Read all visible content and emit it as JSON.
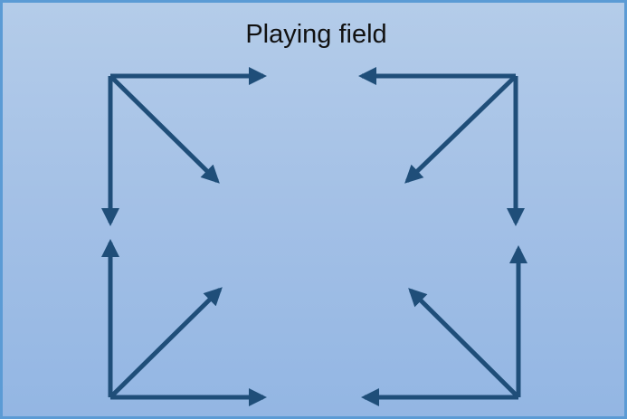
{
  "diagram": {
    "title": "Playing field",
    "arrow_color": "#1f4e79",
    "field_border_color": "#5b9bd5",
    "arrow_groups": [
      {
        "name": "top-left-corner",
        "arrows": [
          "right",
          "down-right",
          "down"
        ]
      },
      {
        "name": "top-right-corner",
        "arrows": [
          "left",
          "down-left",
          "down"
        ]
      },
      {
        "name": "bottom-left-corner",
        "arrows": [
          "up",
          "up-right",
          "right"
        ]
      },
      {
        "name": "bottom-right-corner",
        "arrows": [
          "up",
          "up-left",
          "left"
        ]
      }
    ]
  }
}
